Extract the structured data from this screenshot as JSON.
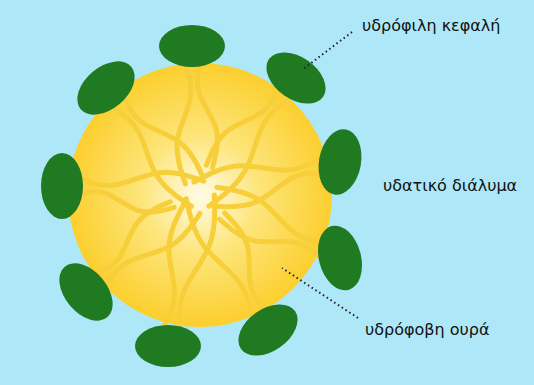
{
  "diagram": {
    "labels": [
      "υδρόφιλη κεφαλή",
      "υδατικό διάλυμα",
      "υδρόφοβη ουρά"
    ]
  }
}
